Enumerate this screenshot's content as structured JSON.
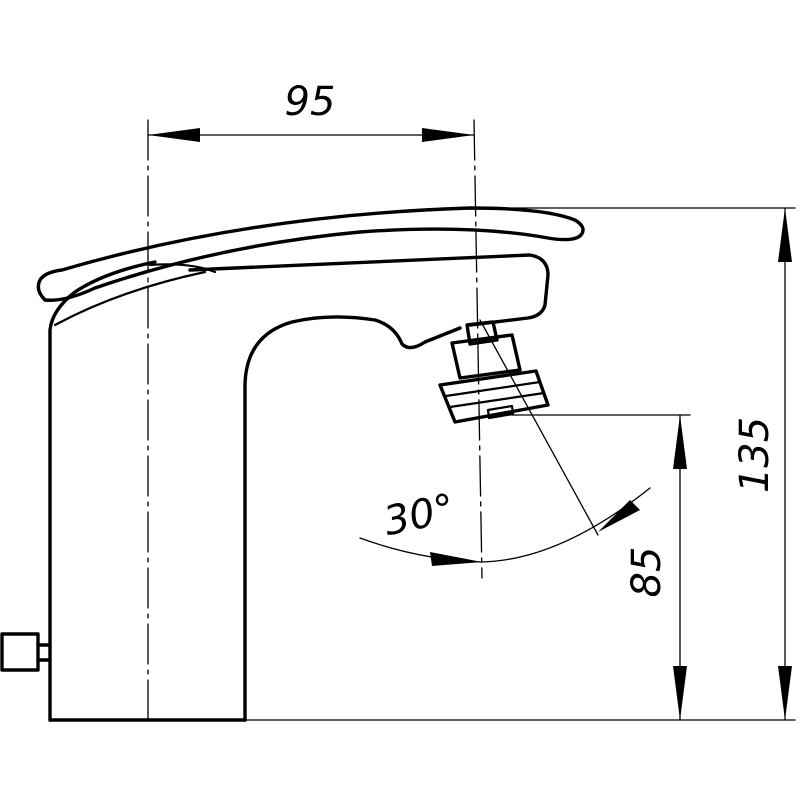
{
  "dimensions": {
    "width_label": "95",
    "height_total_label": "135",
    "spout_height_label": "85",
    "swivel_angle_label": "30°"
  },
  "colors": {
    "line": "#000000",
    "background": "#ffffff"
  }
}
